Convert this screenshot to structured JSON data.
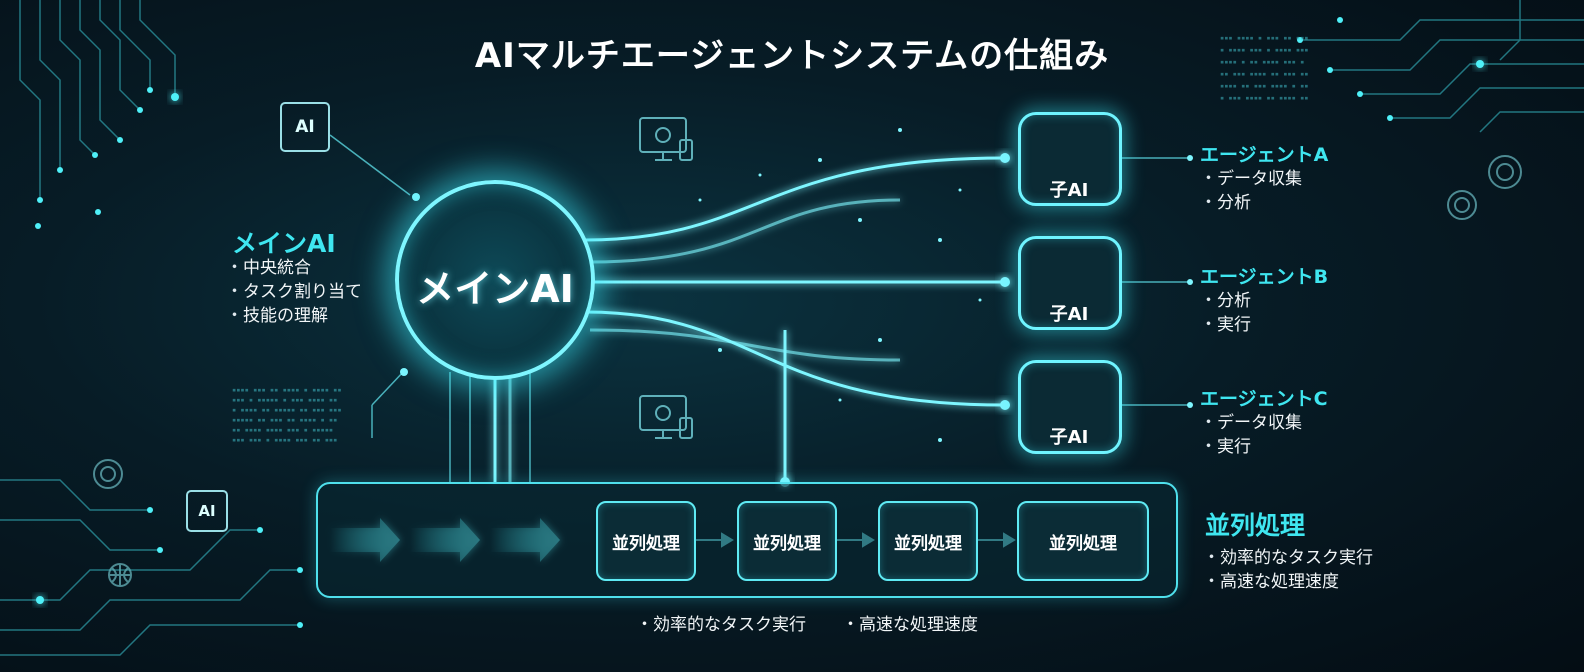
{
  "title": "AIマルチエージェントシステムの仕組み",
  "main_ai": {
    "side_label": "メインAI",
    "roles": [
      "中央統合",
      "タスク割り当て",
      "技能の理解"
    ],
    "circle_label": "メインAI"
  },
  "chip_label": "AI",
  "agents": [
    {
      "box_label": "子AI",
      "name": "エージェントA",
      "tasks": [
        "データ収集",
        "分析"
      ]
    },
    {
      "box_label": "子AI",
      "name": "エージェントB",
      "tasks": [
        "分析",
        "実行"
      ]
    },
    {
      "box_label": "子AI",
      "name": "エージェントC",
      "tasks": [
        "データ収集",
        "実行"
      ]
    }
  ],
  "pipeline": {
    "steps": [
      "並列処理",
      "並列処理",
      "並列処理",
      "並列処理"
    ],
    "benefits": [
      "効率的なタスク実行",
      "高速な処理速度"
    ]
  },
  "parallel": {
    "label": "並列処理",
    "benefits": [
      "効率的なタスク実行",
      "高速な処理速度"
    ]
  },
  "colors": {
    "accent": "#3fe6f0",
    "glow": "#6ff4ff",
    "background": "#061820"
  },
  "icons": [
    "ai-chip-icon",
    "gear-icon",
    "monitor-gear-icon",
    "brain-circuit-icon",
    "globe-icon",
    "copyright-gear-icon"
  ]
}
